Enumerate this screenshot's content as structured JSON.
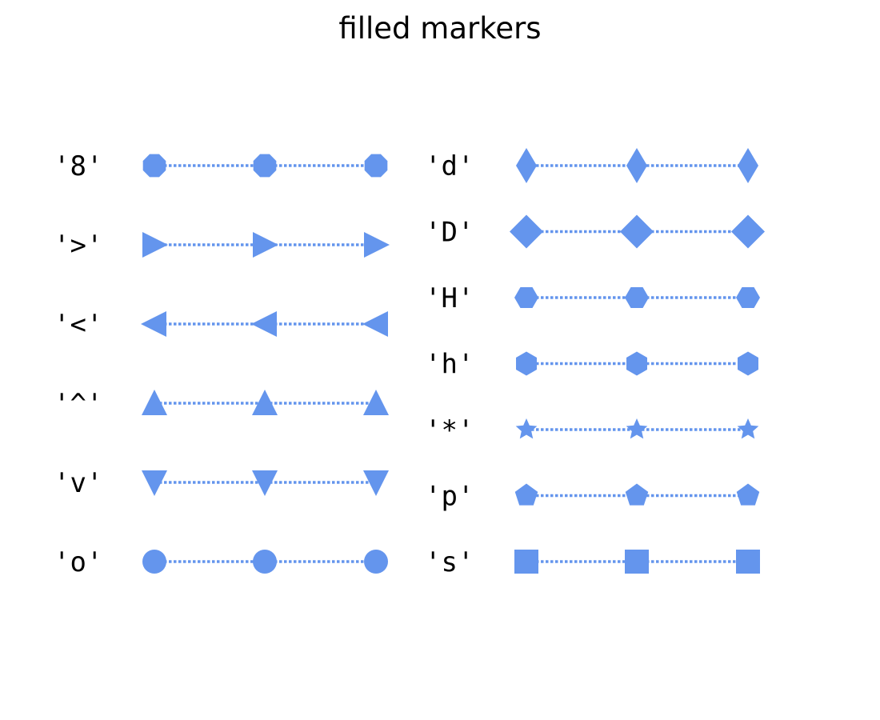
{
  "chart_data": {
    "type": "scatter",
    "title": "filled markers",
    "marker_color": "#6495ED",
    "x_positions": [
      0,
      1,
      2
    ],
    "columns": [
      {
        "rows": [
          {
            "label": "'8'",
            "marker": "octagon"
          },
          {
            "label": "'>'",
            "marker": "triangle-right"
          },
          {
            "label": "'<'",
            "marker": "triangle-left"
          },
          {
            "label": "'^'",
            "marker": "triangle-up"
          },
          {
            "label": "'v'",
            "marker": "triangle-down"
          },
          {
            "label": "'o'",
            "marker": "circle"
          }
        ]
      },
      {
        "rows": [
          {
            "label": "'d'",
            "marker": "thin-diamond"
          },
          {
            "label": "'D'",
            "marker": "diamond"
          },
          {
            "label": "'H'",
            "marker": "hexagon-flat"
          },
          {
            "label": "'h'",
            "marker": "hexagon-pointy"
          },
          {
            "label": "'*'",
            "marker": "star"
          },
          {
            "label": "'p'",
            "marker": "pentagon"
          },
          {
            "label": "'s'",
            "marker": "square"
          }
        ]
      }
    ],
    "line_style": "dotted",
    "grid": false,
    "axes_visible": false
  }
}
